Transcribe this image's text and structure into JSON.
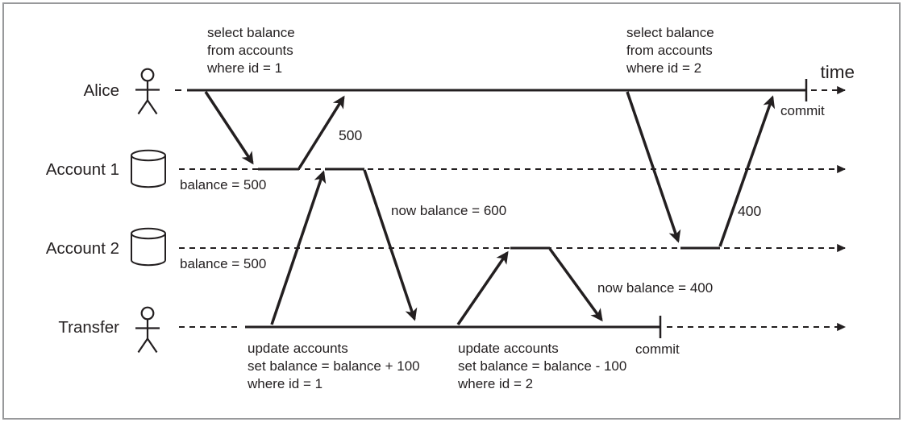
{
  "colors": {
    "stroke": "#231f20",
    "text": "#231f20",
    "border": "#98999b",
    "background": "#ffffff"
  },
  "timeline": {
    "time_label": "time"
  },
  "lanes": {
    "alice": {
      "label": "Alice"
    },
    "account1": {
      "label": "Account 1",
      "balance_note": "balance = 500"
    },
    "account2": {
      "label": "Account 2",
      "balance_note": "balance = 500"
    },
    "transfer": {
      "label": "Transfer"
    }
  },
  "alice_transaction": {
    "query1": {
      "lines": [
        "select balance",
        "from accounts",
        "where id = 1"
      ]
    },
    "query1_result": "500",
    "query2": {
      "lines": [
        "select balance",
        "from accounts",
        "where id = 2"
      ]
    },
    "query2_result": "400",
    "commit_label": "commit"
  },
  "transfer_transaction": {
    "update1": {
      "lines": [
        "update accounts",
        "set balance = balance + 100",
        "where id = 1"
      ]
    },
    "update1_result": "now balance = 600",
    "update2": {
      "lines": [
        "update accounts",
        "set balance = balance - 100",
        "where id = 2"
      ]
    },
    "update2_result": "now balance = 400",
    "commit_label": "commit"
  }
}
